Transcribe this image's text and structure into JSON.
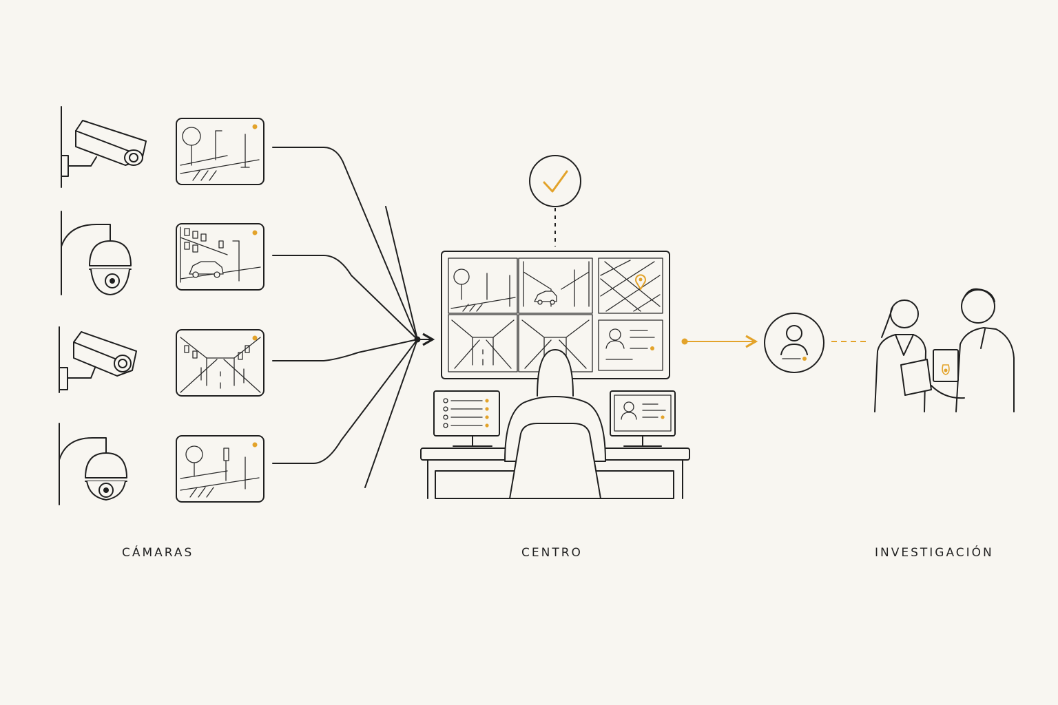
{
  "labels": {
    "cameras": "CÁMARAS",
    "center": "CENTRO",
    "investigation": "INVESTIGACIÓN"
  },
  "colors": {
    "background": "#f8f6f1",
    "line": "#1f1f1f",
    "accent": "#e3a32a"
  },
  "icons": {
    "camera_1": "bullet-camera-icon",
    "camera_2": "dome-camera-icon",
    "camera_3": "bullet-camera-icon",
    "camera_4": "dome-camera-icon",
    "approval": "checkmark-icon",
    "suspect": "person-icon"
  }
}
